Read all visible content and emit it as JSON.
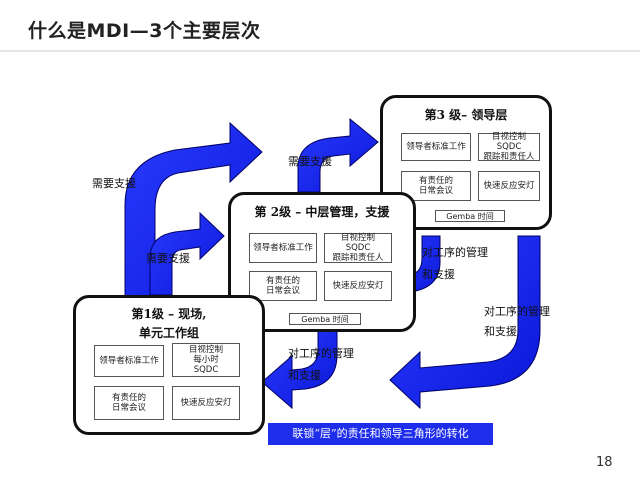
{
  "title": "什么是MDI—3个主要层次",
  "page_number": "18",
  "banner": "联锁“层”的责任和领导三角形的转化",
  "colors": {
    "arrow": "#0d1cef",
    "arrow_outline": "#000066",
    "banner": "#1f2eea"
  },
  "levels": [
    {
      "title_lines": [
        "第1级 – 现场,",
        "单元工作组"
      ],
      "cells": [
        [
          "领导者标准工作"
        ],
        [
          "目视控制",
          "每小时",
          "SQDC"
        ],
        [
          "有责任的",
          "日常会议"
        ],
        [
          "快速反应安灯"
        ]
      ]
    },
    {
      "title_lines": [
        "第 2级 – 中层管理，支援"
      ],
      "cells": [
        [
          "领导者标准工作"
        ],
        [
          "目视控制",
          "SQDC",
          "跟踪和责任人"
        ],
        [
          "有责任的",
          "日常会议"
        ],
        [
          "快速反应安灯"
        ]
      ],
      "gemba": "Gemba 时间"
    },
    {
      "title_lines": [
        "第3 级– 领导层"
      ],
      "cells": [
        [
          "领导者标准工作"
        ],
        [
          "目视控制",
          "SQDC",
          "跟踪和责任人"
        ],
        [
          "有责任的",
          "日常会议"
        ],
        [
          "快速反应安灯"
        ]
      ],
      "gemba": "Gemba 时间"
    }
  ],
  "arrow_labels": {
    "need_support_1": "需要支援",
    "need_support_2": "需要支援",
    "need_support_3": "需要支援",
    "process_mgmt_1": [
      "对工序的管理",
      "和支援"
    ],
    "process_mgmt_2": [
      "对工序的管理",
      "和支援"
    ],
    "process_mgmt_3": [
      "对工序的管理",
      "和支援"
    ]
  }
}
